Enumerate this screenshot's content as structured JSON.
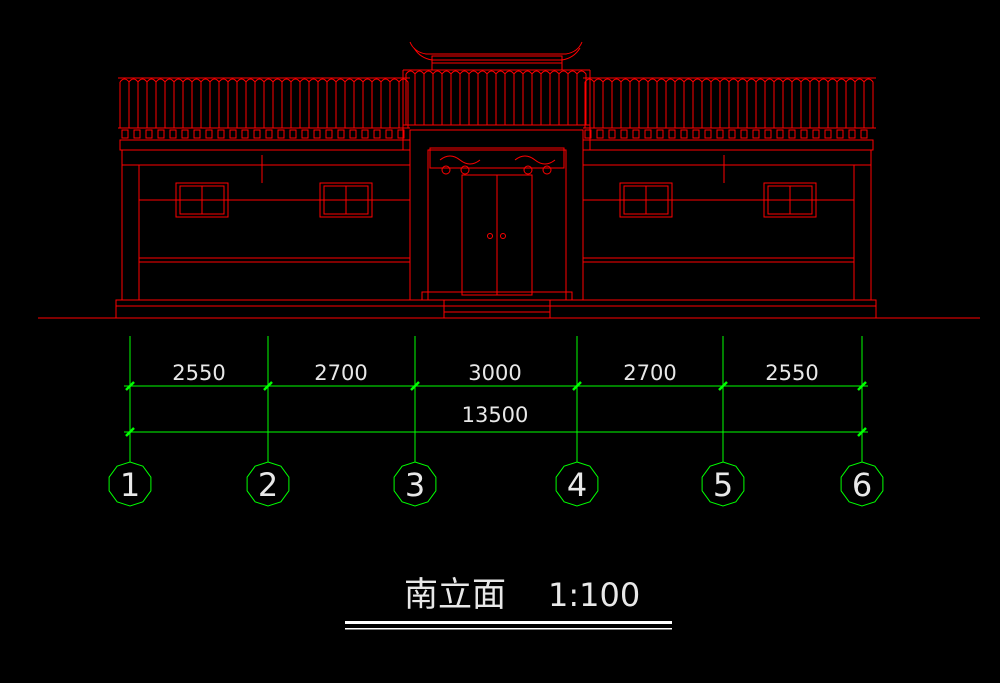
{
  "drawing": {
    "title": "南立面",
    "scale": "1:100",
    "colors": {
      "background": "#000000",
      "building": "#ff0000",
      "dimension": "#00ff00",
      "text": "#e8e8e8"
    }
  },
  "dimensions": {
    "spans": [
      "2550",
      "2700",
      "3000",
      "2700",
      "2550"
    ],
    "total": "13500"
  },
  "axes": [
    "1",
    "2",
    "3",
    "4",
    "5",
    "6"
  ]
}
